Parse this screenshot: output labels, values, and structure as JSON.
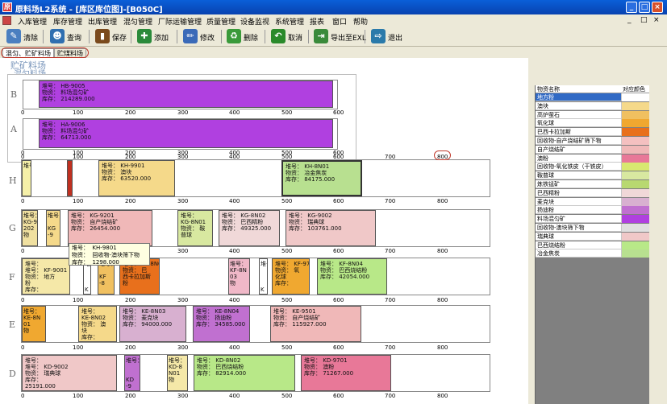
{
  "window": {
    "title": "原料场L2系统 - [库区库位图]-[B050C]",
    "min": "_",
    "max": "□",
    "close": "×"
  },
  "menu": [
    "入库管理",
    "库存管理",
    "出库管理",
    "混匀管理",
    "厂际运输管理",
    "质量管理",
    "设备监视",
    "系统管理",
    "报表",
    "窗口",
    "帮助"
  ],
  "menu_controls": {
    "min": "_",
    "max": "□",
    "close": "×"
  },
  "toolbar": [
    {
      "label": "清除",
      "icon": "clear-icon",
      "color": "#4a7fc0"
    },
    {
      "label": "查询",
      "icon": "query-icon",
      "color": "#2f6fb0"
    },
    {
      "label": "保存",
      "icon": "save-icon",
      "color": "#7a4a1c"
    },
    {
      "label": "添加",
      "icon": "add-icon",
      "color": "#2a8a3a"
    },
    {
      "label": "修改",
      "icon": "edit-icon",
      "color": "#3a6ab8"
    },
    {
      "label": "删除",
      "icon": "delete-icon",
      "color": "#3a9a3a"
    },
    {
      "label": "取消",
      "icon": "cancel-icon",
      "color": "#2a8a2a"
    },
    {
      "label": "导出至EXL",
      "icon": "export-icon",
      "color": "#3a8a3a"
    },
    {
      "label": "退出",
      "icon": "exit-icon",
      "color": "#2a7aaa"
    }
  ],
  "tabs": [
    "混匀、贮矿料场",
    "贮煤料场"
  ],
  "yard": {
    "title": "贮矿料场",
    "subtitle": "混匀料场"
  },
  "rows": {
    "B": "B",
    "A": "A",
    "H": "H",
    "G": "G",
    "F": "F",
    "E": "E",
    "D": "D"
  },
  "ticks_short": [
    "0",
    "100",
    "200",
    "300",
    "400",
    "500",
    "600"
  ],
  "ticks_long": [
    "0",
    "100",
    "200",
    "300",
    "400",
    "500",
    "600",
    "700",
    "800"
  ],
  "piles": {
    "b1": "堆号： HB-9005\n物资： 料场混匀矿\n库存： 214289.000",
    "a1": "堆号： HA-9006\n物资： 料场混匀矿\n库存： 64713.000",
    "h1": "堆号：\n\n\n\n\nK",
    "h3": "堆号： KH-9901\n物资： 澳块\n库存： 63520.000",
    "h4": "堆号： KH-8N01\n物资： 冶金焦炭\n库存： 84175.000",
    "g1": "堆号：\nKG-9\n202\n物",
    "g2": "堆号：\n\nKG\n-9",
    "g3": "堆号： KG-9201\n物资： 自产烧结矿\n库存： 26454.000",
    "g4": "堆号：\nKG-8N01\n物资： 鞍\n普球",
    "g5": "堆号： KG-8N02\n物资： 巴西精粉\n库存： 49325.000",
    "g6": "堆号： KG-9002\n物资： 瑞典球\n库存： 103761.000",
    "f1": "堆号：\n堆号： KF-9001\n物资： 地方\n粉\n库存：",
    "f2": "堆号：\n\n\n\nK",
    "f3": "堆号：\n\nKF\n-8",
    "f4": "堆号： KF-8N0C\n物资： 巴\n西卡拉加斯\n粉",
    "f5": "堆号：\nKF-8N\n03\n物",
    "f6": "堆号：\n\n\n\nK",
    "f7": "堆号： KF-9702\n物资： 氧\n化球\n库存：",
    "f8": "堆号： KF-8N04\n物资： 巴西烧结粉\n库存： 42054.000",
    "e1": "堆号：\nKE-8N\n01\n物",
    "e2": "堆号：\nKE-8N02\n物资： 澳\n块\n库存：",
    "e3": "堆号： KE-8N03\n物资： 麦克块\n库存： 94000.000",
    "e4": "堆号： KE-8N04\n物资： 扬迪粉\n库存： 34585.000",
    "e5": "堆号： KE-9501\n物资： 自产烧结矿\n库存： 115927.000",
    "d1": "堆号：\n堆号： KD-9002\n物资： 瑞典球\n库存：\n25191.000",
    "d2": "堆号：\n\n\nKD\n-9",
    "d3": "堆号：\nKD-8\nN01\n物",
    "d4": "堆号： KD-8N02\n物资： 巴西烧结粉\n库存： 82914.000",
    "d5": "堆号： KD-9701\n物资： 澳粉\n库存： 71267.000"
  },
  "tooltip": "堆号：  KH-9801\n物资：  回收物-澳块筛下物\n库存：  1298.000",
  "legend": {
    "header": [
      "物资名称",
      "对应颜色"
    ],
    "items": [
      {
        "name": "地方粉",
        "color": "#ffffff",
        "sel": true
      },
      {
        "name": "澳块",
        "color": "#f5d98a"
      },
      {
        "name": "高炉萤石",
        "color": "#f0c060"
      },
      {
        "name": "氧化球",
        "color": "#f0a830"
      },
      {
        "name": "巴西卡拉加斯",
        "color": "#e8701c"
      },
      {
        "name": "回收物-自产烧结矿筛下物",
        "color": "#f4c0c0"
      },
      {
        "name": "自产烧结矿",
        "color": "#f0b8b8"
      },
      {
        "name": "澳粉",
        "color": "#e87898"
      },
      {
        "name": "回收物-氧化铁皮（干铁皮）",
        "color": "#d8e870"
      },
      {
        "name": "鞍普球",
        "color": "#d8e8a0"
      },
      {
        "name": "炼铁锰矿",
        "color": "#b8d870"
      },
      {
        "name": "巴西精粉",
        "color": "#f0d8d8"
      },
      {
        "name": "麦克块",
        "color": "#d8b0d0"
      },
      {
        "name": "扬迪粉",
        "color": "#c070d0"
      },
      {
        "name": "料场混匀矿",
        "color": "#b040e0"
      },
      {
        "name": "回收物-澳块筛下物",
        "color": "#e0e0e0"
      },
      {
        "name": "瑞典球",
        "color": "#f0c8c8"
      },
      {
        "name": "巴西烧结粉",
        "color": "#b8e888"
      },
      {
        "name": "冶金焦炭",
        "color": "#b8e090"
      }
    ]
  }
}
